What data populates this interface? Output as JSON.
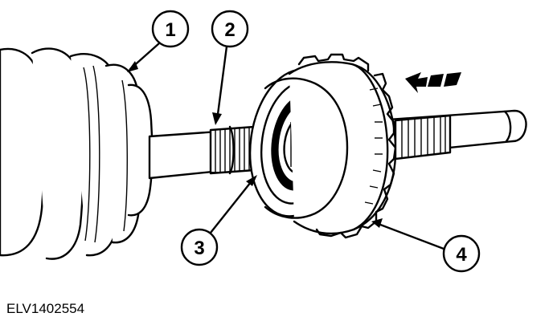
{
  "figure_id": "ELV1402554",
  "callouts": [
    {
      "id": "1",
      "label": "1"
    },
    {
      "id": "2",
      "label": "2"
    },
    {
      "id": "3",
      "label": "3"
    },
    {
      "id": "4",
      "label": "4"
    }
  ],
  "colors": {
    "line": "#000000",
    "background": "#ffffff"
  },
  "direction_indicator": "arrow-left-dashed"
}
